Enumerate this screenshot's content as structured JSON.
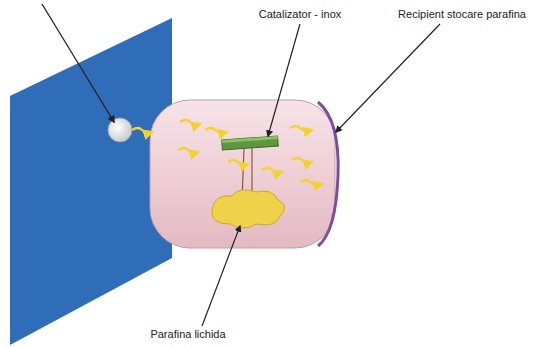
{
  "diagram": {
    "labels": [
      "Catalizator - inox",
      "Recipient stocare parafina",
      "Parafina lichida"
    ]
  }
}
